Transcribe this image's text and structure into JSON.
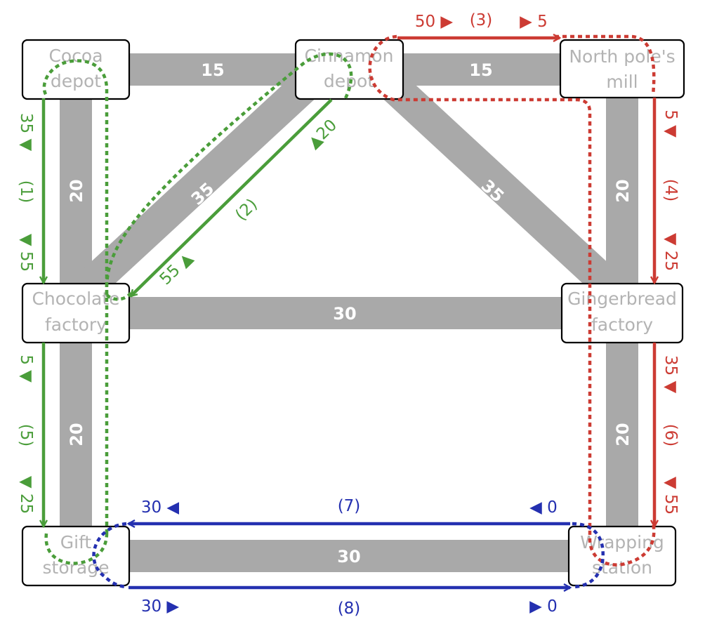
{
  "colors": {
    "road": "#a9a9a9",
    "green": "#4a9d3a",
    "red": "#cc3b33",
    "blue": "#2430b0",
    "node_text": "#b3b3b3",
    "node_border": "#000000"
  },
  "nodes": [
    {
      "id": "cocoa",
      "lines": [
        "Cocoa",
        "depot"
      ]
    },
    {
      "id": "cinnamon",
      "lines": [
        "Cinnamon",
        "depot"
      ]
    },
    {
      "id": "northpole",
      "lines": [
        "North pole's",
        "mill"
      ]
    },
    {
      "id": "chocolate",
      "lines": [
        "Chocolate",
        "factory"
      ]
    },
    {
      "id": "gingerbread",
      "lines": [
        "Gingerbread",
        "factory"
      ]
    },
    {
      "id": "gift",
      "lines": [
        "Gift",
        "storage"
      ]
    },
    {
      "id": "wrapping",
      "lines": [
        "Wrapping",
        "station"
      ]
    }
  ],
  "roads": [
    {
      "id": "cocoa-cinnamon",
      "label": "15"
    },
    {
      "id": "cinnamon-northpole",
      "label": "15"
    },
    {
      "id": "cocoa-chocolate",
      "label": "20"
    },
    {
      "id": "cinnamon-chocolate",
      "label": "35"
    },
    {
      "id": "cinnamon-gingerbread",
      "label": "35"
    },
    {
      "id": "northpole-gingerbread",
      "label": "20"
    },
    {
      "id": "chocolate-gingerbread",
      "label": "30"
    },
    {
      "id": "chocolate-gift",
      "label": "20"
    },
    {
      "id": "gingerbread-wrapping",
      "label": "20"
    },
    {
      "id": "gift-wrapping",
      "label": "30"
    }
  ],
  "routes": [
    {
      "id": "r1",
      "index": "(1)",
      "start": "35 ▼",
      "end": "▼ 55"
    },
    {
      "id": "r2",
      "index": "(2)",
      "start": "▲20",
      "end": "55 ▲"
    },
    {
      "id": "r3",
      "index": "(3)",
      "start": "50 ▶",
      "end": "▶ 5"
    },
    {
      "id": "r4",
      "index": "(4)",
      "start": "5 ▼",
      "end": "▼ 25"
    },
    {
      "id": "r5",
      "index": "(5)",
      "start": "5 ▼",
      "end": "▼ 25"
    },
    {
      "id": "r6",
      "index": "(6)",
      "start": "35 ▼",
      "end": "▼ 55"
    },
    {
      "id": "r7",
      "index": "(7)",
      "start": "◀ 0",
      "end": "30 ◀"
    },
    {
      "id": "r8",
      "index": "(8)",
      "start": "30 ▶",
      "end": "▶ 0"
    }
  ]
}
